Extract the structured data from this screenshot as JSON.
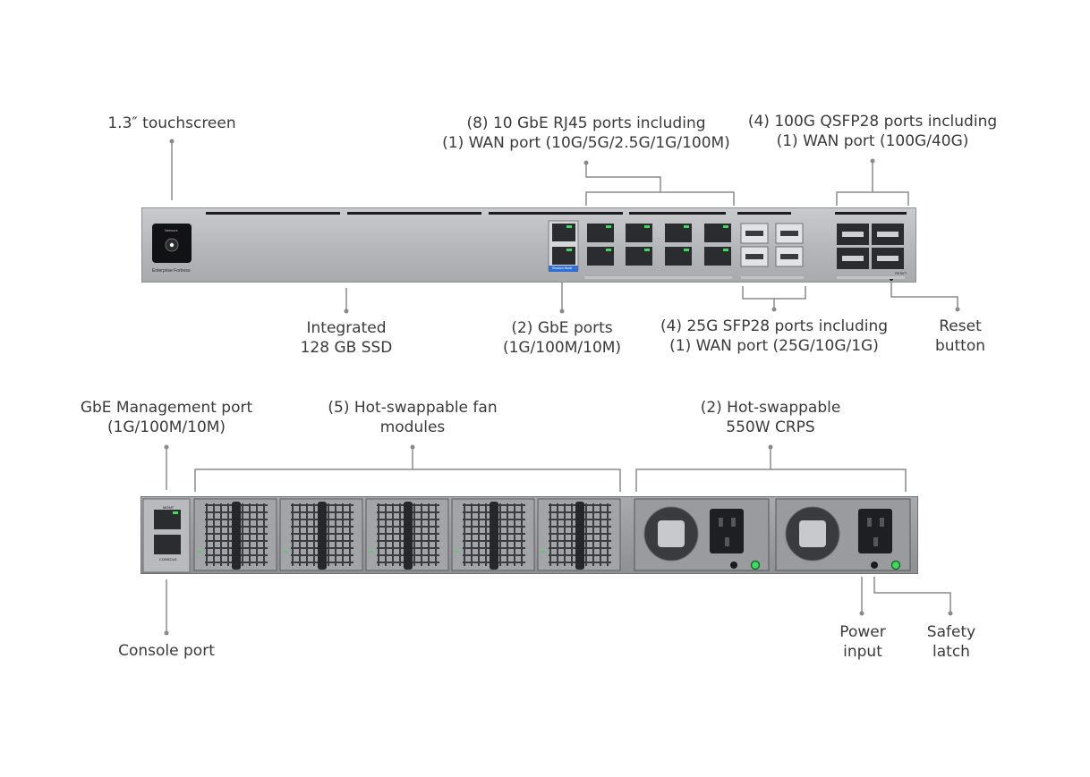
{
  "front_labels": {
    "touchscreen": "1.3″ touchscreen",
    "rj45_line1": "(8) 10 GbE RJ45 ports including",
    "rj45_line2": "(1) WAN port (10G/5G/2.5G/1G/100M)",
    "qsfp_line1": "(4) 100G QSFP28 ports including",
    "qsfp_line2": "(1) WAN port (100G/40G)",
    "ssd_line1": "Integrated",
    "ssd_line2": "128 GB SSD",
    "gbe_line1": "(2) GbE ports",
    "gbe_line2": "(1G/100M/10M)",
    "sfp_line1": "(4) 25G SFP28 ports including",
    "sfp_line2": "(1) WAN port (25G/10G/1G)",
    "reset_line1": "Reset",
    "reset_line2": "button"
  },
  "rear_labels": {
    "mgmt_line1": "GbE Management port",
    "mgmt_line2": "(1G/100M/10M)",
    "fan_line1": "(5) Hot-swappable fan",
    "fan_line2": "modules",
    "psu_line1": "(2) Hot-swappable",
    "psu_line2": "550W CRPS",
    "console": "Console port",
    "power_line1": "Power",
    "power_line2": "input",
    "latch_line1": "Safety",
    "latch_line2": "latch"
  },
  "device_text": {
    "brand": "Enterprise Fortress",
    "screen": "Network",
    "shadow_mode": "Shadow Mode",
    "reset": "RESET",
    "mgmt": "MGMT",
    "console": "CONSOLE"
  },
  "colors": {
    "line": "#8a8a8a",
    "led_green": "#3ddc5a",
    "chassis": "#b4b5b8",
    "port_dark": "#2b2c2f",
    "badge_blue": "#2f6fd6"
  },
  "counts": {
    "rj45_ports": 8,
    "gbe_ports": 2,
    "sfp28_ports": 4,
    "qsfp28_ports": 4,
    "fan_modules": 5,
    "psu_modules": 2
  }
}
